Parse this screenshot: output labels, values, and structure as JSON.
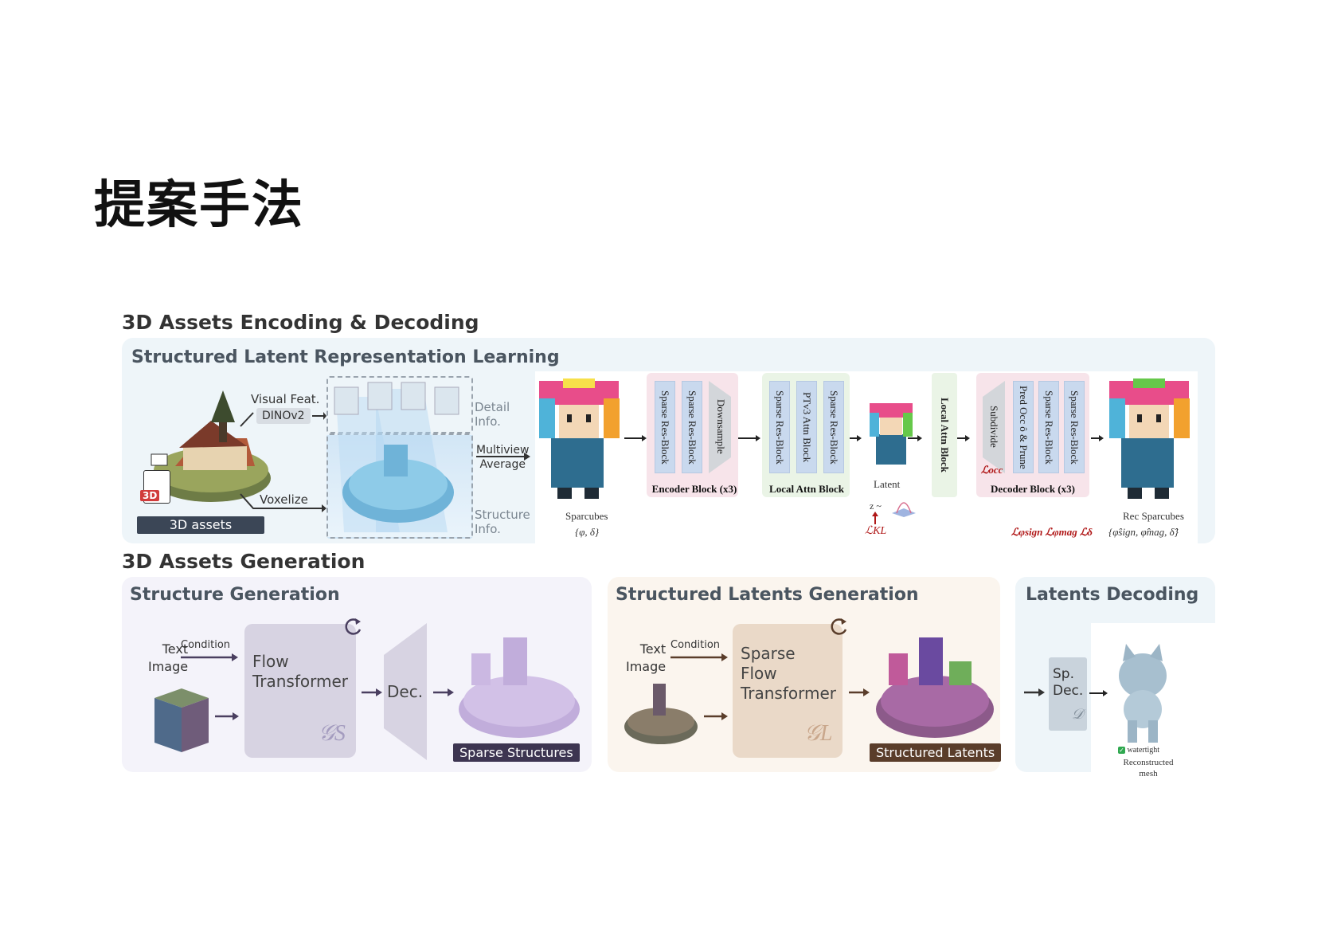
{
  "slide": {
    "title": "提案手法"
  },
  "encoding": {
    "section_title": "3D Assets Encoding & Decoding",
    "panel_title": "Structured Latent Representation Learning",
    "assets_label": "3D assets",
    "assets_badge": "3D",
    "visual_feat": "Visual Feat.",
    "dinov2": "DINOv2",
    "voxelize": "Voxelize",
    "detail_info_1": "Detail",
    "detail_info_2": "Info.",
    "multiview_1": "Multiview",
    "multiview_2": "Average",
    "structure_info_1": "Structure",
    "structure_info_2": "Info.",
    "sparcubes_label": "Sparcubes",
    "sparcubes_sym": "{φ, δ}",
    "encoder": {
      "cols": [
        "Sparse Res-Block",
        "Sparse Res-Block"
      ],
      "downsample": "Downsample",
      "label": "Encoder Block (x3)"
    },
    "local_attn": {
      "cols": [
        "Sparse Res-Block",
        "PTv3 Attn Block",
        "Sparse Res-Block"
      ],
      "label": "Local Attn Block"
    },
    "latent_label": "Latent",
    "z_label": "z ~",
    "loss_kl": "ℒKL",
    "local_attn_vertical": "Local Attn Block",
    "decoder": {
      "subdivide": "Subdivide",
      "cols": [
        "Pred Occ ô & Prune",
        "Sparse Res-Block",
        "Sparse Res-Block"
      ],
      "label": "Decoder Block (x3)",
      "loss_occ": "ℒocc"
    },
    "rec_label": "Rec Sparcubes",
    "rec_losses": "ℒφsign ℒφmag ℒδ",
    "rec_sym": "{φ̂sign, φ̂mag, δ̂}"
  },
  "generation": {
    "section_title": "3D Assets Generation",
    "structure": {
      "title": "Structure Generation",
      "text": "Text",
      "image": "Image",
      "condition": "Condition",
      "flow_1": "Flow",
      "flow_2": "Transformer",
      "symbol": "𝒢S",
      "dec": "Dec.",
      "tag": "Sparse Structures"
    },
    "latents": {
      "title": "Structured Latents Generation",
      "text": "Text",
      "image": "Image",
      "condition": "Condition",
      "flow_1": "Sparse",
      "flow_2": "Flow",
      "flow_3": "Transformer",
      "symbol": "𝒢L",
      "tag": "Structured Latents"
    },
    "decoding": {
      "title": "Latents Decoding",
      "sp_1": "Sp.",
      "sp_2": "Dec.",
      "symbol": "𝒟",
      "watertight": "watertight",
      "rec_1": "Reconstructed",
      "rec_2": "mesh"
    }
  }
}
